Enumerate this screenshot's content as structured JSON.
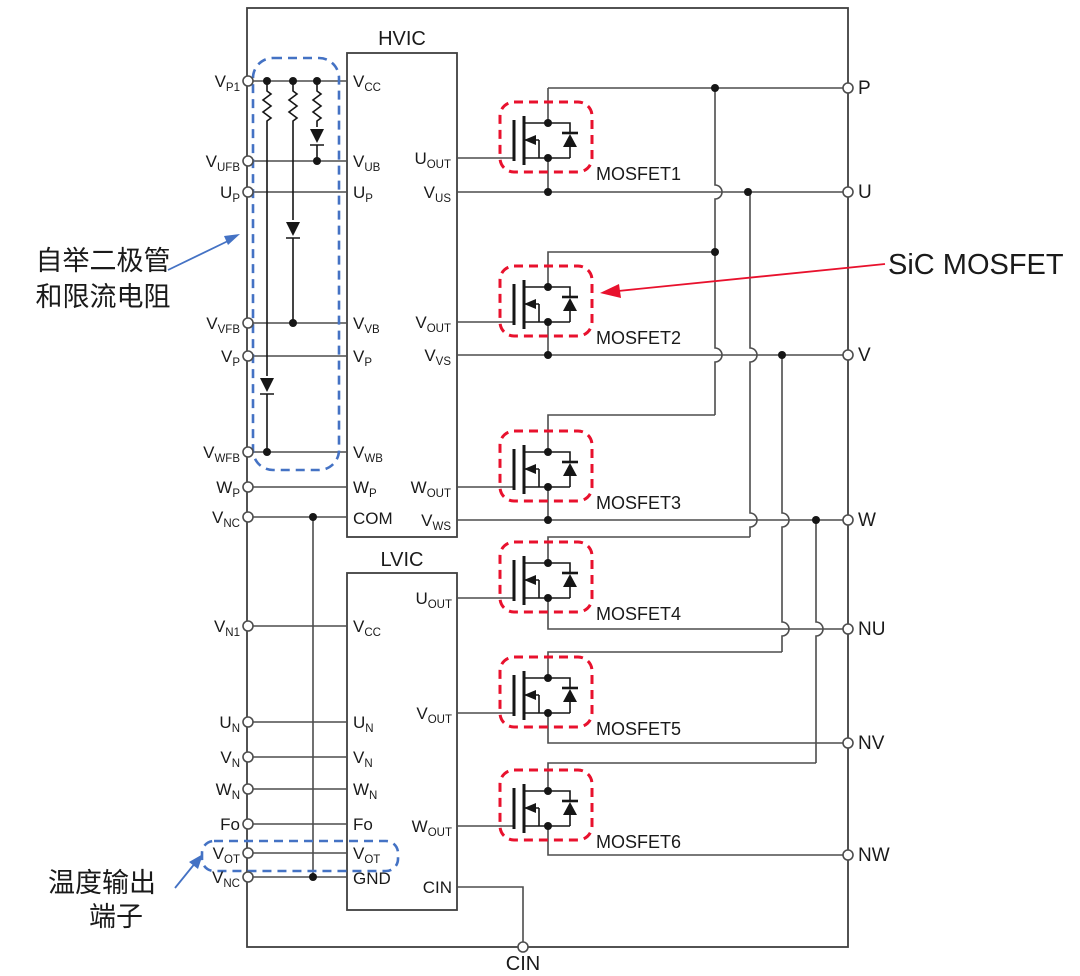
{
  "colors": {
    "wire": "#4d4d4d",
    "component": "#161616",
    "red_accent": "#e8112d",
    "blue_accent": "#4472c4"
  },
  "hvic": {
    "title": "HVIC",
    "left_pins": [
      {
        "m": "V",
        "s": "CC"
      },
      {
        "m": "V",
        "s": "UB"
      },
      {
        "m": "U",
        "s": "P"
      },
      {
        "m": "V",
        "s": "VB"
      },
      {
        "m": "V",
        "s": "P"
      },
      {
        "m": "V",
        "s": "WB"
      },
      {
        "m": "W",
        "s": "P"
      },
      {
        "m": "COM",
        "s": ""
      }
    ],
    "right_pins": [
      {
        "m": "U",
        "s": "OUT"
      },
      {
        "m": "V",
        "s": "US"
      },
      {
        "m": "V",
        "s": "OUT"
      },
      {
        "m": "V",
        "s": "VS"
      },
      {
        "m": "W",
        "s": "OUT"
      },
      {
        "m": "V",
        "s": "WS"
      }
    ]
  },
  "lvic": {
    "title": "LVIC",
    "left_pins": [
      {
        "m": "V",
        "s": "CC"
      },
      {
        "m": "U",
        "s": "N"
      },
      {
        "m": "V",
        "s": "N"
      },
      {
        "m": "W",
        "s": "N"
      },
      {
        "m": "Fo",
        "s": ""
      },
      {
        "m": "V",
        "s": "OT"
      },
      {
        "m": "GND",
        "s": ""
      }
    ],
    "right_pins": [
      {
        "m": "U",
        "s": "OUT"
      },
      {
        "m": "V",
        "s": "OUT"
      },
      {
        "m": "W",
        "s": "OUT"
      },
      {
        "m": "CIN",
        "s": ""
      }
    ]
  },
  "module_pins": {
    "left": [
      {
        "m": "V",
        "s": "P1"
      },
      {
        "m": "V",
        "s": "UFB"
      },
      {
        "m": "U",
        "s": "P"
      },
      {
        "m": "V",
        "s": "VFB"
      },
      {
        "m": "V",
        "s": "P"
      },
      {
        "m": "V",
        "s": "WFB"
      },
      {
        "m": "W",
        "s": "P"
      },
      {
        "m": "V",
        "s": "NC"
      },
      {
        "m": "V",
        "s": "N1"
      },
      {
        "m": "U",
        "s": "N"
      },
      {
        "m": "V",
        "s": "N"
      },
      {
        "m": "W",
        "s": "N"
      },
      {
        "m": "Fo",
        "s": ""
      },
      {
        "m": "V",
        "s": "OT"
      },
      {
        "m": "V",
        "s": "NC"
      }
    ],
    "right": [
      {
        "m": "P"
      },
      {
        "m": "U"
      },
      {
        "m": "V"
      },
      {
        "m": "W"
      },
      {
        "m": "NU"
      },
      {
        "m": "NV"
      },
      {
        "m": "NW"
      }
    ],
    "bottom_cin": "CIN"
  },
  "mosfets": {
    "labels": [
      "MOSFET1",
      "MOSFET2",
      "MOSFET3",
      "MOSFET4",
      "MOSFET5",
      "MOSFET6"
    ]
  },
  "annotations": {
    "bootstrap_line1": "自举二极管",
    "bootstrap_line2": "和限流电阻",
    "temp_line1": "温度输出",
    "temp_line2": "端子",
    "sic": "SiC MOSFET"
  }
}
